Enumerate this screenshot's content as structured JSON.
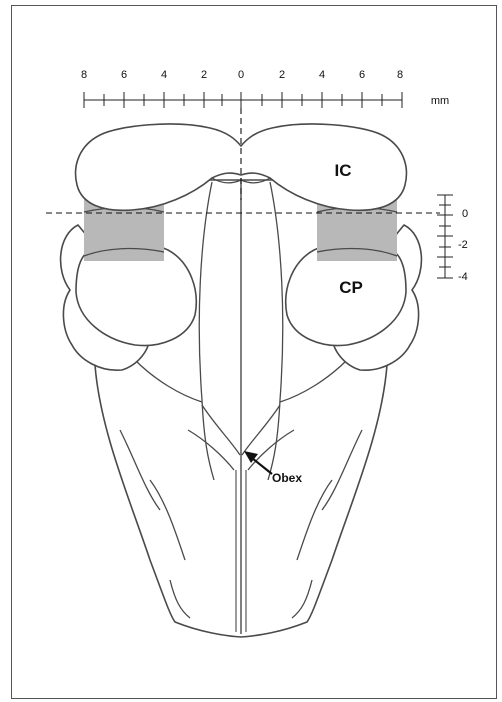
{
  "figure": {
    "mm_ticks_left": [
      "8",
      "6",
      "4",
      "2",
      "0"
    ],
    "mm_ticks_right": [
      "2",
      "4",
      "6",
      "8"
    ],
    "unit": "mm",
    "depth_ticks": [
      "0",
      "-2",
      "-4"
    ],
    "label_ic": "IC",
    "label_cp": "CP",
    "label_obex": "Obex",
    "colors": {
      "outline": "#4a4a4a",
      "shade": "#b8b8b8",
      "ink": "#111111"
    }
  }
}
